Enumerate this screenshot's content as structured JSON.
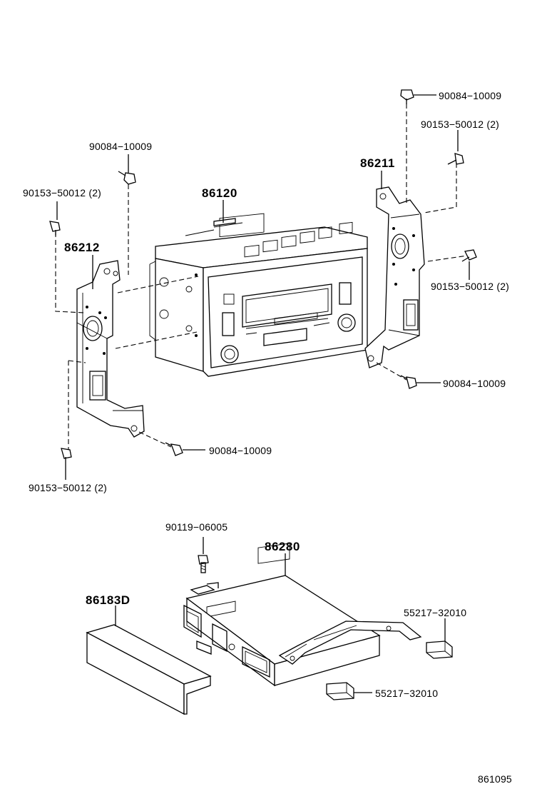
{
  "diagram_id": "861095",
  "parts": {
    "p86120": "86120",
    "p86211": "86211",
    "p86212": "86212",
    "p86280": "86280",
    "p86183D": "86183D"
  },
  "fasteners": {
    "f1": "90084−10009",
    "f2": "90153−50012 (2)",
    "f3": "90084−10009",
    "f4": "90153−50012 (2)",
    "f5": "90153−50012 (2)",
    "f6": "90084−10009",
    "f7": "90084−10009",
    "f8": "90153−50012 (2)",
    "f9": "90119−06005",
    "f10": "55217−32010",
    "f11": "55217−32010"
  }
}
